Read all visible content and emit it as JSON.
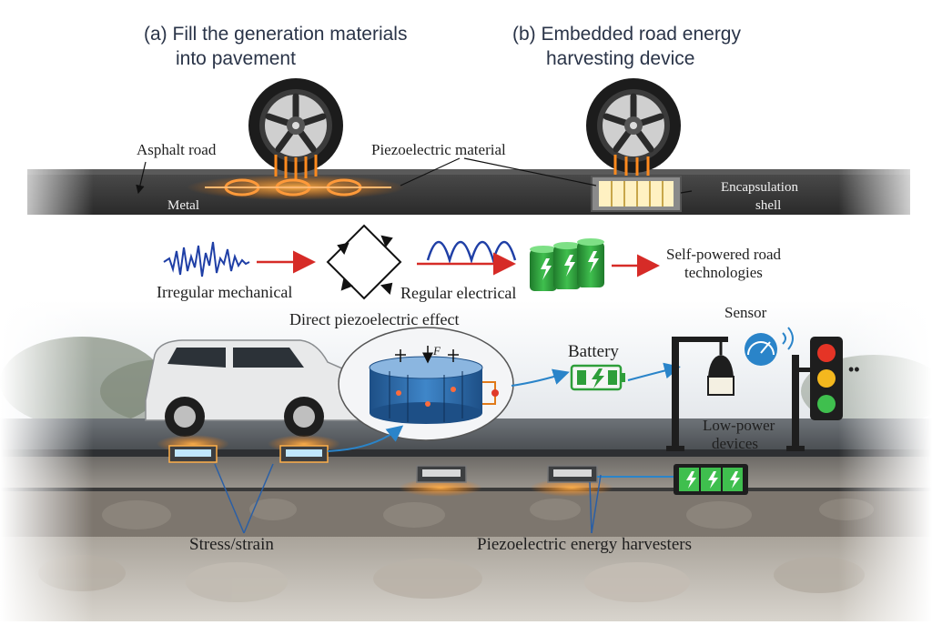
{
  "panel_a": {
    "title_line1": "(a)  Fill the generation materials",
    "title_line2": "into pavement"
  },
  "panel_b": {
    "title_line1": "(b)  Embedded road energy",
    "title_line2": "harvesting device"
  },
  "road_labels": {
    "asphalt": "Asphalt road",
    "piezo_material": "Piezoelectric material",
    "metal": "Metal",
    "encapsulation_line1": "Encapsulation",
    "encapsulation_line2": "shell"
  },
  "flow": {
    "irregular": "Irregular mechanical",
    "regular": "Regular electrical",
    "self_powered_line1": "Self-powered road",
    "self_powered_line2": "technologies",
    "effect": "Direct piezoelectric effect"
  },
  "scene": {
    "battery": "Battery",
    "sensor": "Sensor",
    "low_power_line1": "Low-power",
    "low_power_line2": "devices",
    "ellipsis": "••",
    "force_label": "F",
    "stress_strain": "Stress/strain",
    "harvesters": "Piezoelectric energy harvesters"
  },
  "colors": {
    "arrow_red": "#d62b27",
    "wave_blue": "#1f3fa6",
    "battery_green": "#2e9e3a",
    "connector_blue": "#2a84c9",
    "glow_orange": "#ff8a1e",
    "road_dark": "#333333"
  }
}
